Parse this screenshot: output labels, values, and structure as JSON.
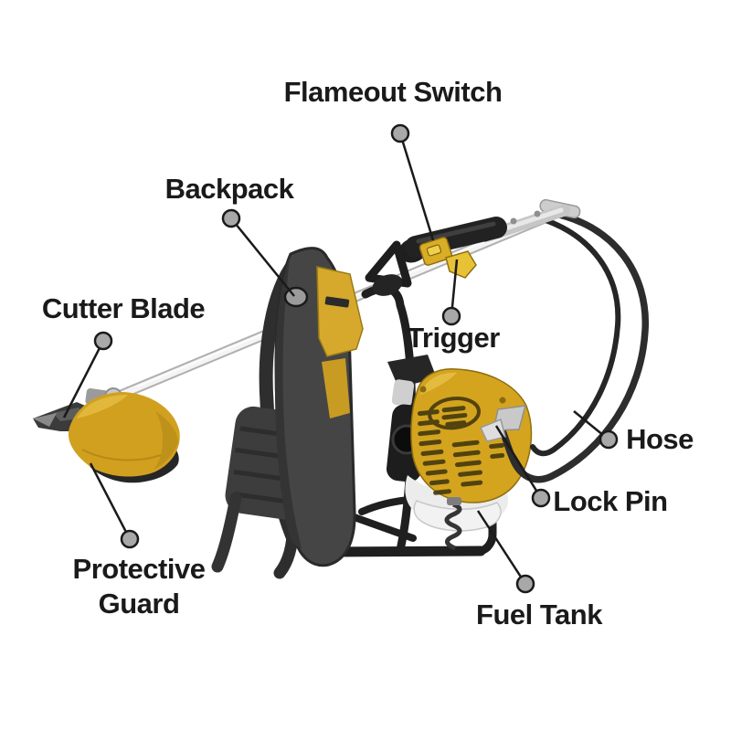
{
  "figure": {
    "type": "labeled-parts-diagram",
    "subject": "Backpack brush cutter grass trimmer",
    "background_color": "#ffffff",
    "callout_style": {
      "line_color": "#1a1a1a",
      "dot_fill": "#a8a8a8",
      "dot_stroke": "#1a1a1a"
    },
    "machine_colors": {
      "body_yellow": "#d4a41f",
      "dark_parts": "#222222",
      "shaft_silver": "#f2f2f2",
      "white_body": "#eeeeee"
    },
    "labels": [
      {
        "id": "flameout-switch",
        "text": "Flameout Switch"
      },
      {
        "id": "backpack",
        "text": "Backpack"
      },
      {
        "id": "cutter-blade",
        "text": "Cutter Blade"
      },
      {
        "id": "trigger",
        "text": "Trigger"
      },
      {
        "id": "hose",
        "text": "Hose"
      },
      {
        "id": "lock-pin",
        "text": "Lock Pin"
      },
      {
        "id": "protective-guard",
        "text": "Protective Guard"
      },
      {
        "id": "fuel-tank",
        "text": "Fuel Tank"
      }
    ]
  }
}
